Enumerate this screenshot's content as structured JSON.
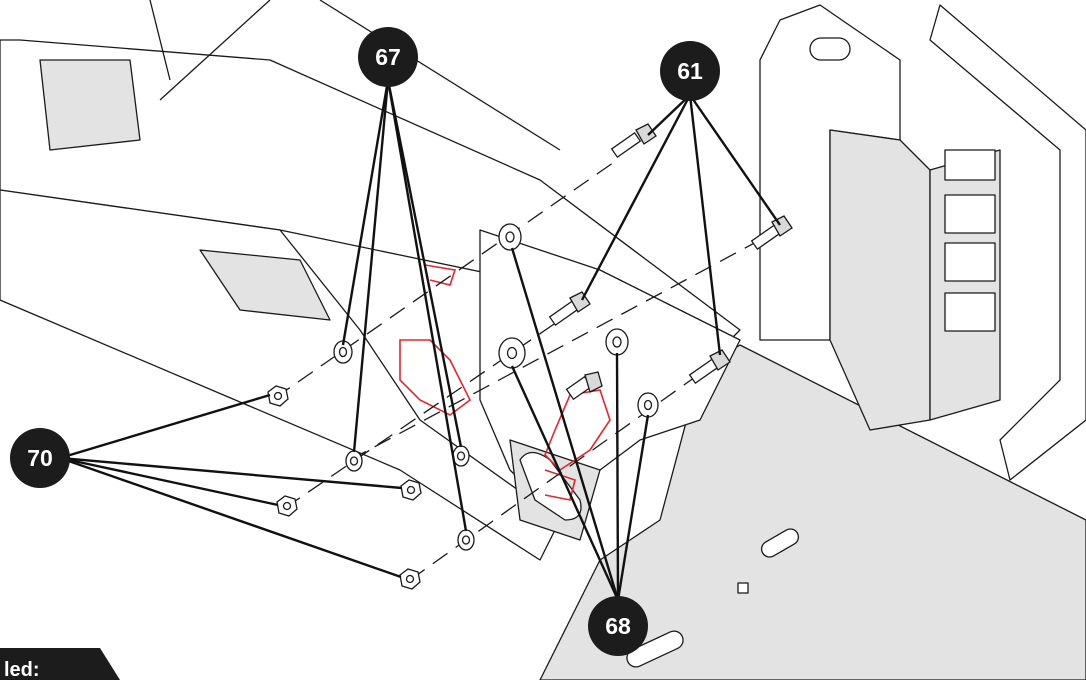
{
  "callouts": [
    {
      "label": "67"
    },
    {
      "label": "61"
    },
    {
      "label": "70"
    },
    {
      "label": "68"
    }
  ],
  "footer_tab": {
    "text": "led:"
  },
  "colors": {
    "outline": "#1a1a1a",
    "panel_fill": "#ffffff",
    "shade_fill": "#e3e3e3",
    "highlight_red": "#e0282e",
    "callout_fill": "#1c1c1c",
    "callout_text": "#ffffff"
  }
}
